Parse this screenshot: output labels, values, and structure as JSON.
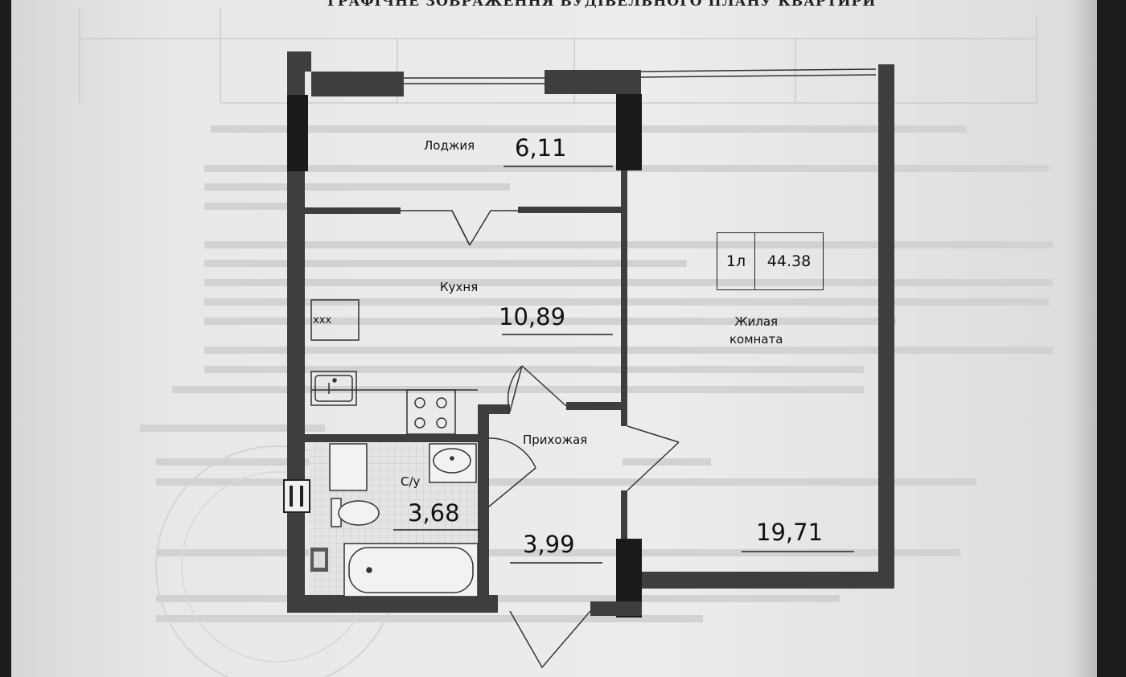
{
  "document": {
    "title": "ГРАФІЧНЕ ЗОБРАЖЕННЯ БУДІВЕЛЬНОГО ПЛАНУ КВАРТИРИ"
  },
  "apartment": {
    "type": "1л",
    "total_area": "44.38"
  },
  "rooms": {
    "loggia": {
      "name": "Лоджия",
      "area": "6,11"
    },
    "kitchen": {
      "name": "Кухня",
      "area": "10,89"
    },
    "bathroom": {
      "name": "С/у",
      "area": "3,68"
    },
    "hallway": {
      "name": "Прихожая",
      "area": "3,99"
    },
    "living_room": {
      "name": "Жилая\nкомната",
      "area": "19,71"
    }
  },
  "fixtures": {
    "fridge_label": "ххх"
  },
  "colors": {
    "wall": "#3e3e3e",
    "wall_dark": "#1a1a1a",
    "paper": "#e8e8e6"
  }
}
